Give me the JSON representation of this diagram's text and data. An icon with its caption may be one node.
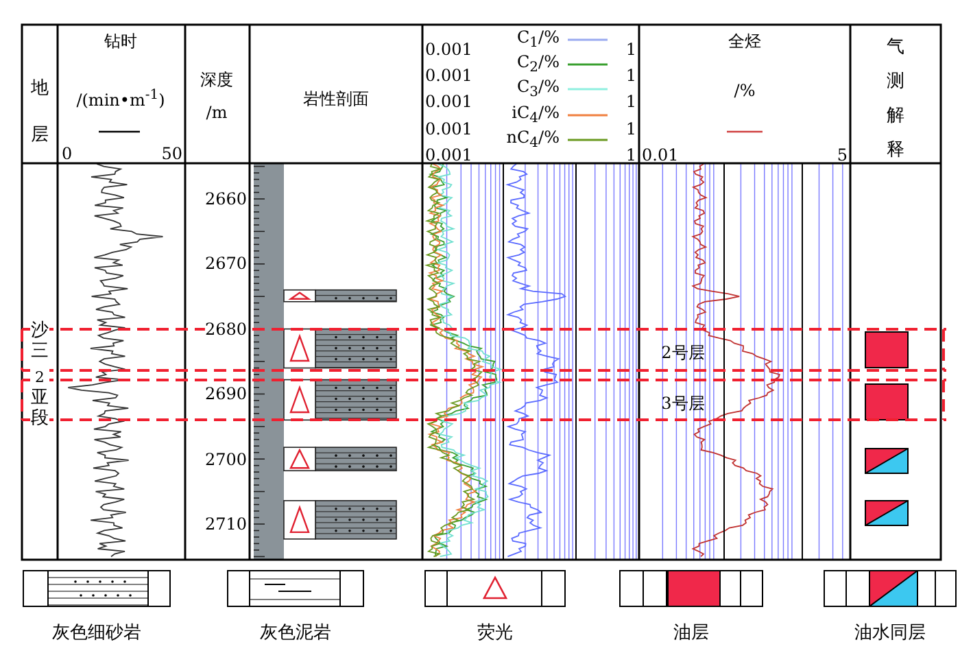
{
  "diagram": {
    "labels": [
      "地层",
      "钻时",
      "/(min•m$^{-1}$)",
      "0",
      "50",
      "深度",
      "/m",
      "岩性剖面",
      "0.001",
      "1",
      "0.001",
      "1",
      "0.001",
      "1",
      "0.001",
      "1",
      "0.001",
      "1",
      "全烃",
      "/%",
      "0.01",
      "5",
      "气测解释",
      "2660",
      "2670",
      "2680",
      "2690",
      "2700",
      "2710",
      "沙三$_{2}$亚段",
      "2号层",
      "3号层"
    ],
    "legend": [
      {
        "text": "C$_{1}$/%"
      },
      {
        "text": "C$_{2}$/%"
      },
      {
        "text": "C$_{3}$/%"
      },
      {
        "text": "iC$_{4}$/%"
      },
      {
        "text": "nC$_{4}$/%"
      },
      {
        "text": "灰色细砂岩"
      },
      {
        "text": "灰色泥岩"
      },
      {
        "text": "荧光"
      },
      {
        "text": "油层",
        "color": "#f0284a"
      },
      {
        "text": "油水同层"
      }
    ]
  }
}
